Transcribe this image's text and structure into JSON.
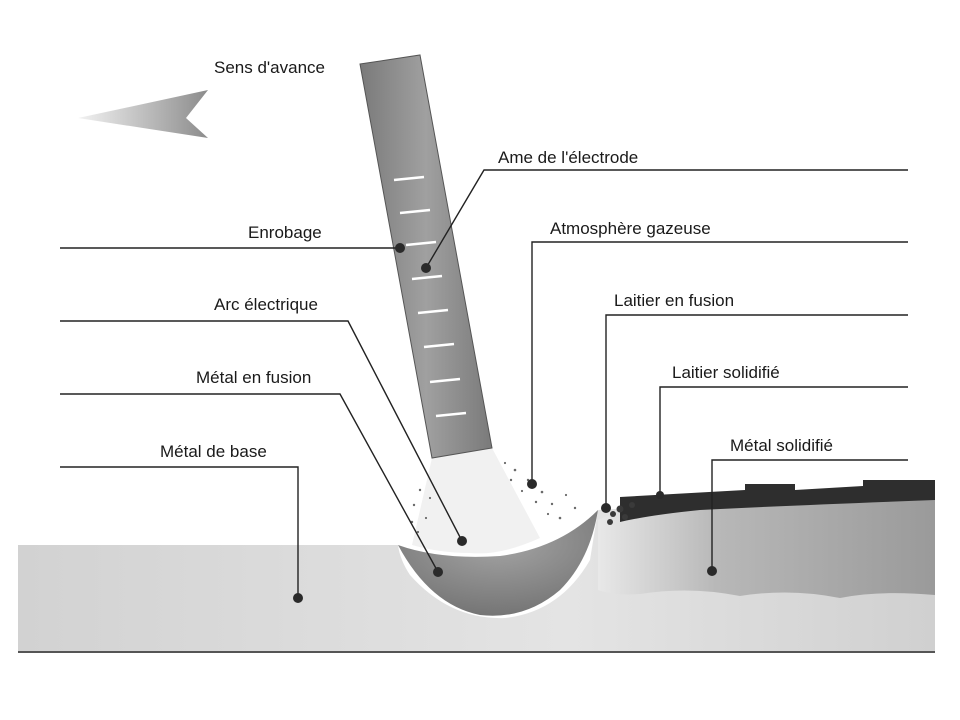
{
  "labels": {
    "sens_avance": "Sens d'avance",
    "ame_electrode": "Ame de l'électrode",
    "enrobage": "Enrobage",
    "atmosphere_gazeuse": "Atmosphère gazeuse",
    "arc_electrique": "Arc électrique",
    "laitier_en_fusion": "Laitier en fusion",
    "metal_en_fusion": "Métal en fusion",
    "laitier_solidifie": "Laitier solidifié",
    "metal_de_base": "Métal de base",
    "metal_solidifie": "Métal solidifié"
  },
  "colors": {
    "base_metal": "#d6d6d6",
    "electrode": "#8a8a8a",
    "molten_metal": "#8f8f8f",
    "slag_solid": "#2b2b2b",
    "weld_solid": "#a8a8a8",
    "arc": "#f2f2f2"
  }
}
